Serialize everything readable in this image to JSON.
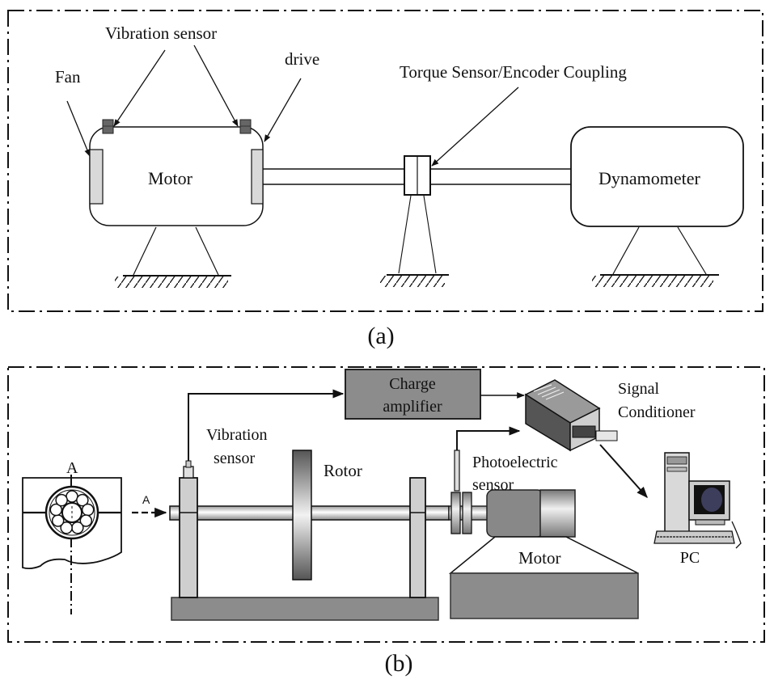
{
  "panels": {
    "a": {
      "caption": "(a)",
      "labels": {
        "vibration_sensor": "Vibration sensor",
        "fan": "Fan",
        "drive": "drive",
        "torque_sensor": "Torque Sensor/Encoder Coupling",
        "motor": "Motor",
        "dynamometer": "Dynamometer"
      }
    },
    "b": {
      "caption": "(b)",
      "labels": {
        "charge_amplifier_line1": "Charge",
        "charge_amplifier_line2": "amplifier",
        "signal_conditioner_line1": "Signal",
        "signal_conditioner_line2": "Conditioner",
        "vibration_sensor_line1": "Vibration",
        "vibration_sensor_line2": "sensor",
        "rotor": "Rotor",
        "photoelectric_line1": "Photoelectric",
        "photoelectric_line2": "sensor",
        "motor": "Motor",
        "pc": "PC",
        "section_label": "A",
        "view_arrow_label": "A"
      }
    }
  },
  "colors": {
    "line": "#111111",
    "gray_fill": "#8c8c8c",
    "light_fill": "#d6d6d6",
    "sensor_fill": "#666666",
    "screen": "#3d3d5c"
  }
}
